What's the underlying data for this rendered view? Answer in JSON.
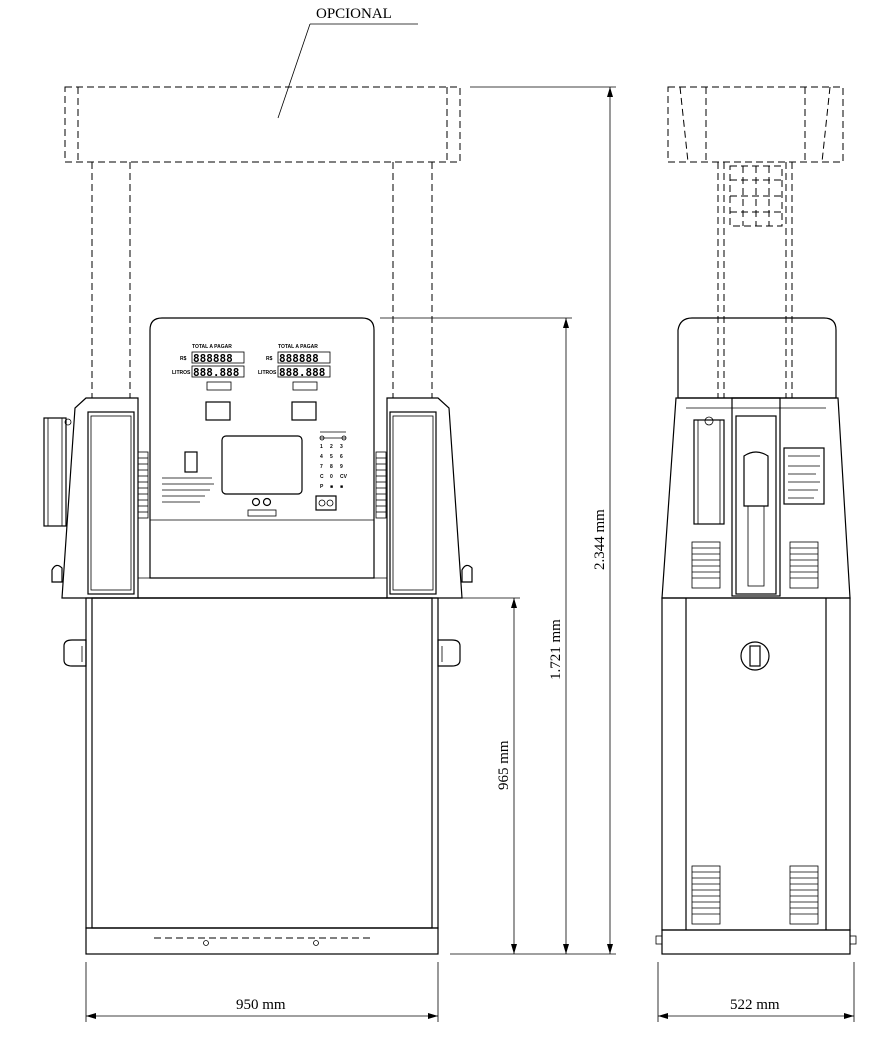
{
  "labels": {
    "optional": "OPCIONAL",
    "width_front": "950 mm",
    "width_side": "522 mm",
    "height_total": "2.344 mm",
    "height_dispenser": "1.721 mm",
    "height_base": "965 mm"
  },
  "display_panel": {
    "title_left": "TOTAL A PAGAR",
    "title_right": "TOTAL A PAGAR",
    "currency": "R$",
    "liters": "LITROS",
    "price_digits": "888888",
    "liter_digits": "888.888"
  },
  "keypad": {
    "keys": [
      "1",
      "2",
      "3",
      "4",
      "5",
      "6",
      "7",
      "8",
      "9",
      "C",
      "0",
      "CV",
      "P",
      "■",
      "■"
    ]
  }
}
